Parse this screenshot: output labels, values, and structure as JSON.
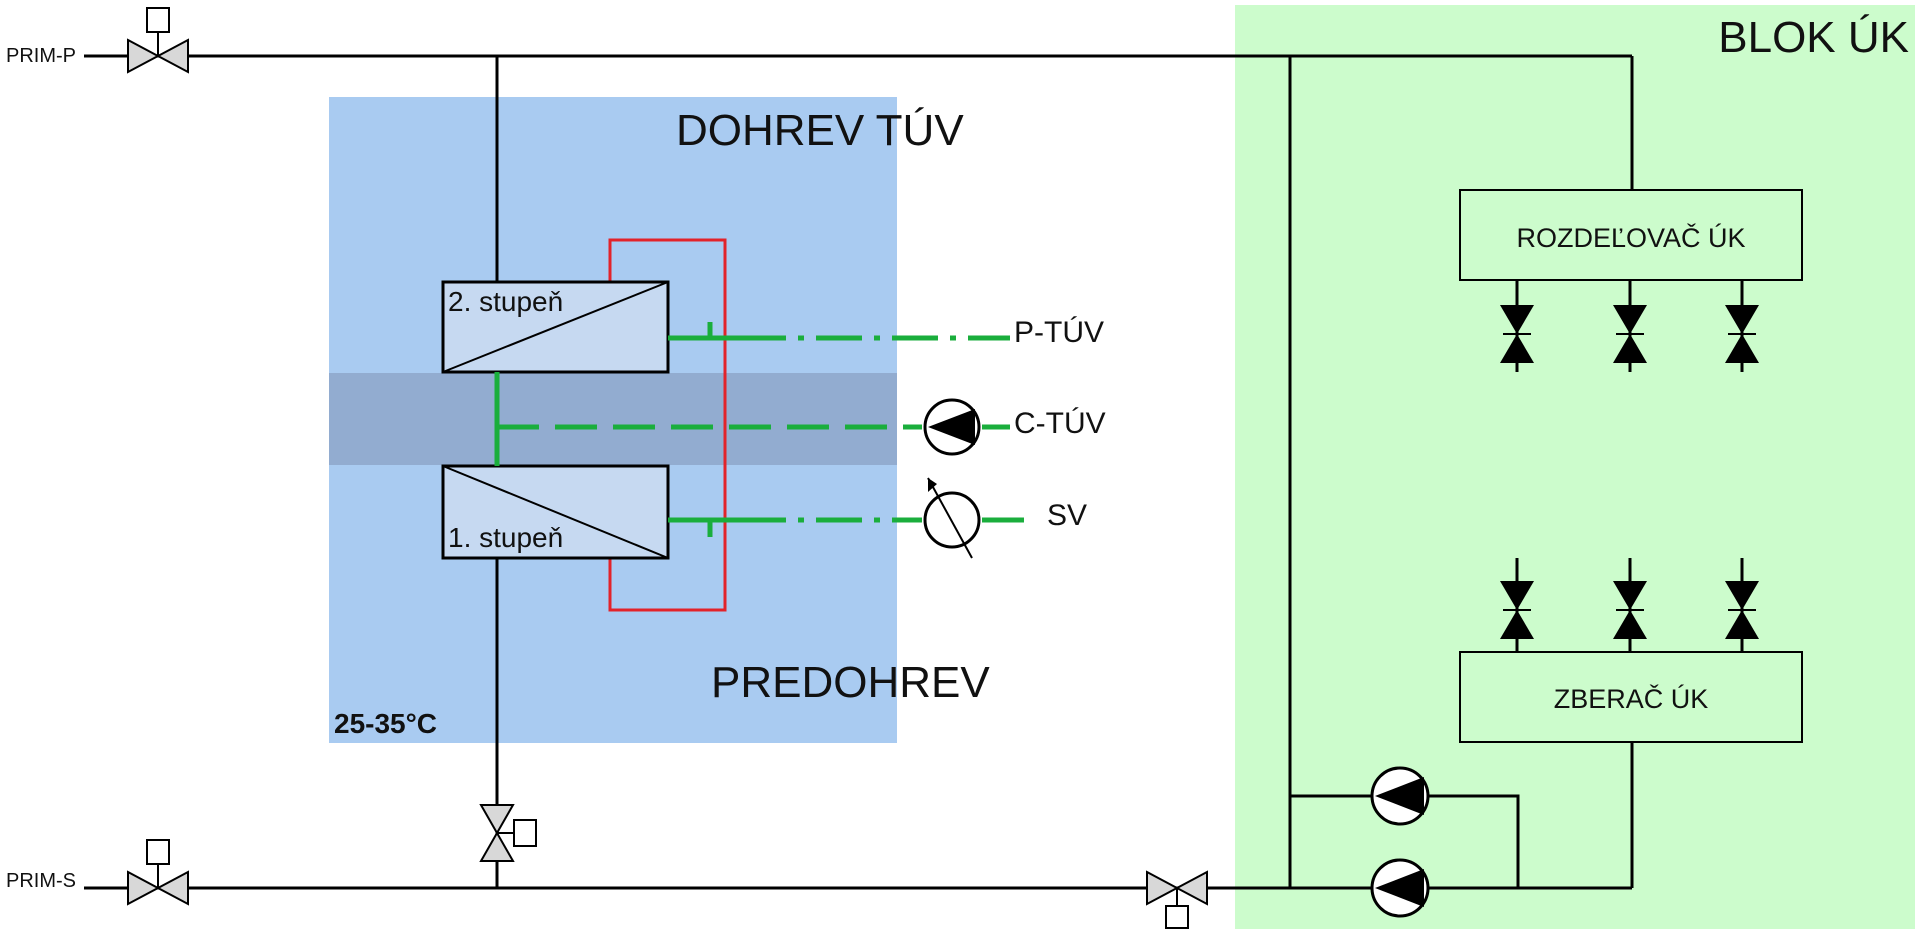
{
  "labels": {
    "blok_uk": "BLOK ÚK",
    "dohrev_tuv": "DOHREV TÚV",
    "predohrev": "PREDOHREV",
    "temperature": "25-35°C",
    "prim_p": "PRIM-P",
    "prim_s": "PRIM-S",
    "p_tuv": "P-TÚV",
    "c_tuv": "C-TÚV",
    "sv": "SV",
    "stage2": "2. stupeň",
    "stage1": "1. stupeň",
    "rozdelovac": "ROZDEĽOVAČ  ÚK",
    "zberac": "ZBERAČ  ÚK"
  },
  "colors": {
    "blue_zone": "#a9cbf1",
    "blue_band": "#92acd0",
    "green_zone": "#ccfccc",
    "exchanger_fill": "#c6d9f1",
    "box_fill": "#ccfccc",
    "red_pipe": "#e2232a",
    "green_pipe": "#1aae3c",
    "black_pipe": "#000000"
  }
}
